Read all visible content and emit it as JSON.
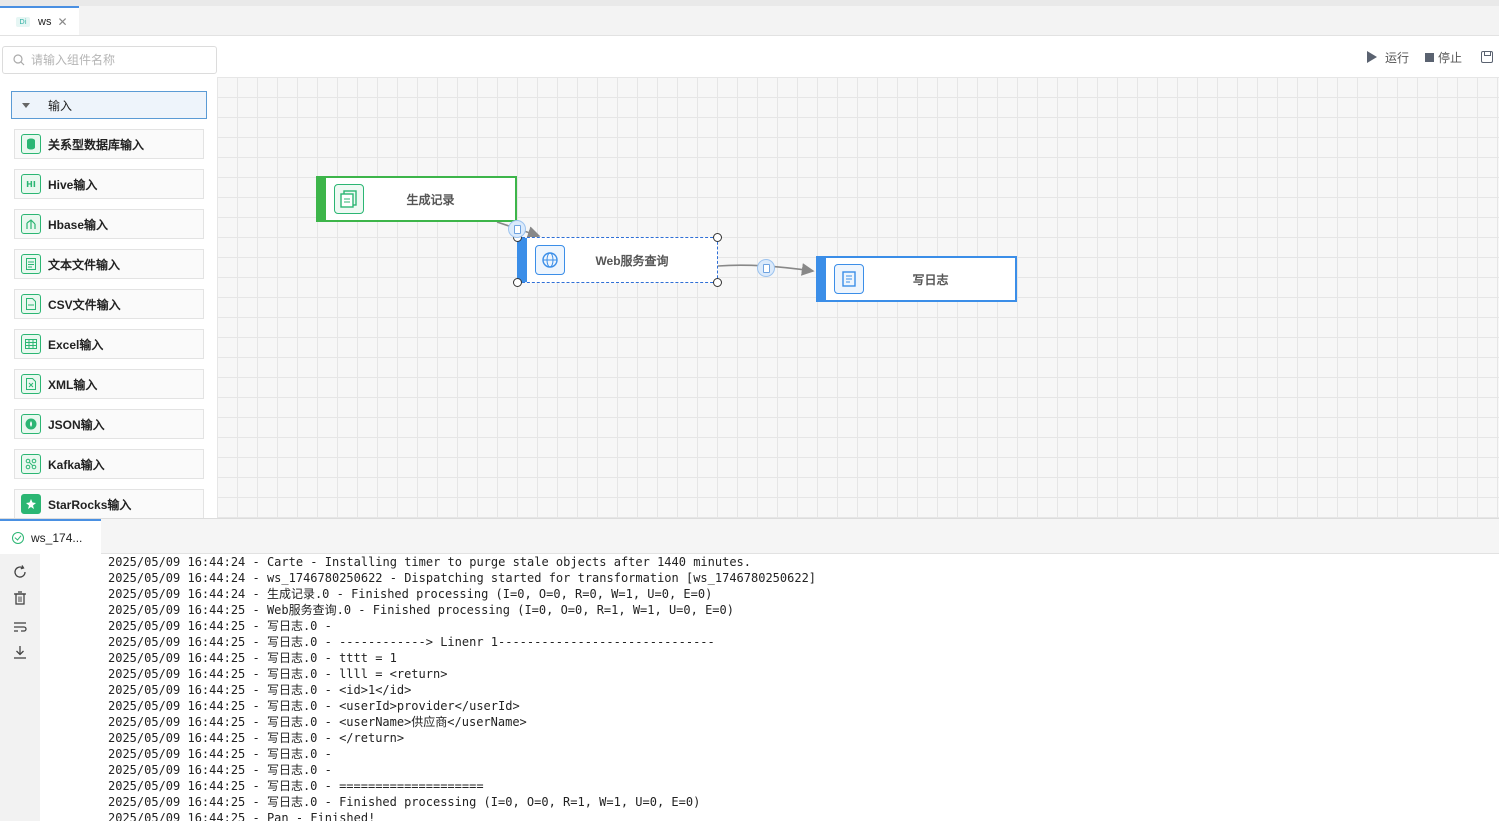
{
  "tab": {
    "icon_text": "Di",
    "label": "ws",
    "close": "✕"
  },
  "search": {
    "placeholder": "请输入组件名称"
  },
  "group": {
    "label": "输入"
  },
  "components": [
    {
      "label": "关系型数据库输入",
      "icon": "database-icon"
    },
    {
      "label": "Hive输入",
      "icon": "hive-icon",
      "icon_text": "HI"
    },
    {
      "label": "Hbase输入",
      "icon": "hbase-icon"
    },
    {
      "label": "文本文件输入",
      "icon": "text-file-icon"
    },
    {
      "label": "CSV文件输入",
      "icon": "csv-file-icon"
    },
    {
      "label": "Excel输入",
      "icon": "excel-icon"
    },
    {
      "label": "XML输入",
      "icon": "xml-icon"
    },
    {
      "label": "JSON输入",
      "icon": "json-icon"
    },
    {
      "label": "Kafka输入",
      "icon": "kafka-icon"
    },
    {
      "label": "StarRocks输入",
      "icon": "starrocks-icon"
    }
  ],
  "toolbar": {
    "run": "运行",
    "stop": "停止"
  },
  "nodes": {
    "generate": {
      "label": "生成记录"
    },
    "web": {
      "label": "Web服务查询"
    },
    "log": {
      "label": "写日志"
    }
  },
  "bottom": {
    "tab_label": "ws_174..."
  },
  "log_lines": [
    "2025/05/09 16:44:24 - Carte - Installing timer to purge stale objects after 1440 minutes.",
    "2025/05/09 16:44:24 - ws_1746780250622 - Dispatching started for transformation [ws_1746780250622]",
    "2025/05/09 16:44:24 - 生成记录.0 - Finished processing (I=0, O=0, R=0, W=1, U=0, E=0)",
    "2025/05/09 16:44:25 - Web服务查询.0 - Finished processing (I=0, O=0, R=1, W=1, U=0, E=0)",
    "2025/05/09 16:44:25 - 写日志.0 -",
    "2025/05/09 16:44:25 - 写日志.0 - ------------> Linenr 1------------------------------",
    "2025/05/09 16:44:25 - 写日志.0 - tttt = 1",
    "2025/05/09 16:44:25 - 写日志.0 - llll = <return>",
    "2025/05/09 16:44:25 - 写日志.0 - <id>1</id>",
    "2025/05/09 16:44:25 - 写日志.0 - <userId>provider</userId>",
    "2025/05/09 16:44:25 - 写日志.0 - <userName>供应商</userName>",
    "2025/05/09 16:44:25 - 写日志.0 - </return>",
    "2025/05/09 16:44:25 - 写日志.0 -",
    "2025/05/09 16:44:25 - 写日志.0 -",
    "2025/05/09 16:44:25 - 写日志.0 - ====================",
    "2025/05/09 16:44:25 - 写日志.0 - Finished processing (I=0, O=0, R=1, W=1, U=0, E=0)",
    "2025/05/09 16:44:25 - Pan - Finished!"
  ],
  "colors": {
    "accent": "#4a90e2",
    "green": "#3db54a",
    "blue": "#3b8ee8"
  }
}
